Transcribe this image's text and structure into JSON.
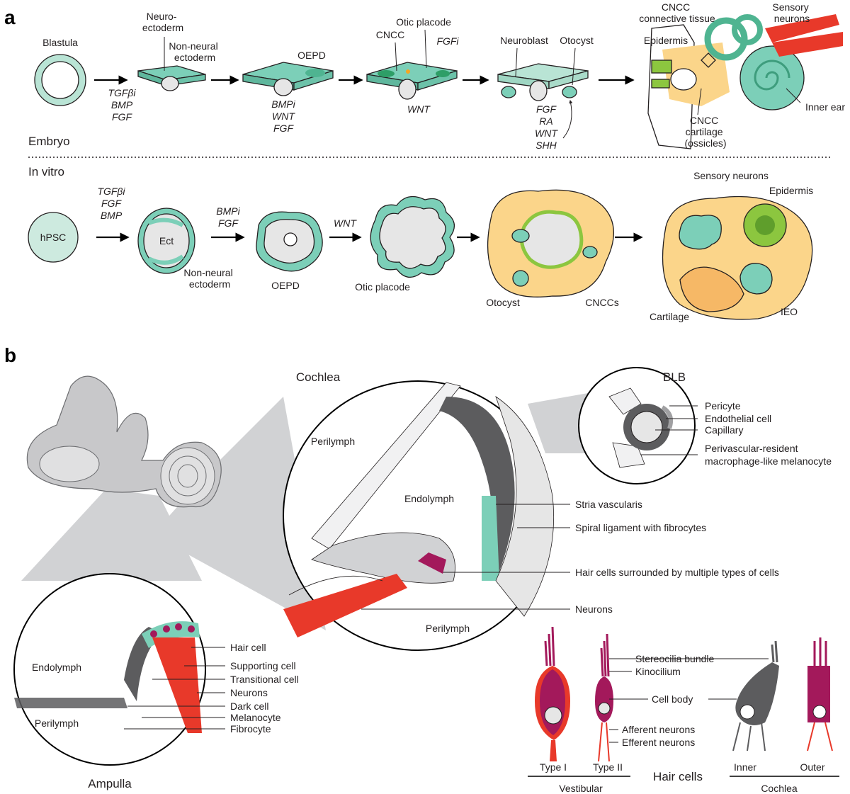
{
  "panels": {
    "a": "a",
    "b": "b"
  },
  "embryo": {
    "section_label": "Embryo",
    "blastula": "Blastula",
    "neuroectoderm": "Neuro-\nectoderm",
    "non_neural_ectoderm": "Non-neural\nectoderm",
    "factors_1": [
      "TGFβi",
      "BMP",
      "FGF"
    ],
    "oepd": "OEPD",
    "factors_2": [
      "BMPi",
      "WNT",
      "FGF"
    ],
    "otic_placode": "Otic placode",
    "cncc": "CNCC",
    "fgfi": "FGFi",
    "wnt": "WNT",
    "neuroblast": "Neuroblast",
    "otocyst": "Otocyst",
    "factors_4": [
      "FGF",
      "RA",
      "WNT",
      "SHH"
    ],
    "epidermis": "Epidermis",
    "cncc_connective": "CNCC\nconnective tissue",
    "sensory_neurons": "Sensory\nneurons",
    "inner_ear": "Inner ear",
    "cncc_cartilage": "CNCC\ncartilage\n(ossicles)"
  },
  "invitro": {
    "section_label": "In vitro",
    "hpsc": "hPSC",
    "factors_1": [
      "TGFβi",
      "FGF",
      "BMP"
    ],
    "ect": "Ect",
    "non_neural_ectoderm": "Non-neural\nectoderm",
    "factors_2": [
      "BMPi",
      "FGF"
    ],
    "oepd": "OEPD",
    "factors_3": [
      "WNT"
    ],
    "otic_placode": "Otic placode",
    "otocyst": "Otocyst",
    "cnccs": "CNCCs",
    "sensory_neurons": "Sensory neurons",
    "epidermis": "Epidermis",
    "cartilage": "Cartilage",
    "ieo": "IEO"
  },
  "cochlea": {
    "title": "Cochlea",
    "perilymph_top": "Perilymph",
    "endolymph": "Endolymph",
    "perilymph_bottom": "Perilymph",
    "labels": [
      "Stria vascularis",
      "Spiral ligament with fibrocytes",
      "Hair cells surrounded by multiple types of cells",
      "Neurons"
    ]
  },
  "blb": {
    "title": "BLB",
    "labels": [
      "Pericyte",
      "Endothelial cell",
      "Capillary",
      "Perivascular-resident\nmacrophage-like melanocyte"
    ]
  },
  "ampulla": {
    "title": "Ampulla",
    "endolymph": "Endolymph",
    "perilymph": "Perilymph",
    "labels": [
      "Hair cell",
      "Supporting cell",
      "Transitional cell",
      "Neurons",
      "Dark cell",
      "Melanocyte",
      "Fibrocyte"
    ]
  },
  "haircells": {
    "labels": [
      "Stereocilia bundle",
      "Kinocilium",
      "Cell body",
      "Afferent neurons",
      "Efferent neurons"
    ],
    "type1": "Type I",
    "type2": "Type II",
    "vestibular": "Vestibular",
    "hair_cells": "Hair cells",
    "inner": "Inner",
    "outer": "Outer",
    "cochlea": "Cochlea"
  },
  "colors": {
    "teal": "#7ccfb8",
    "teal_light": "#b9e4d5",
    "magenta": "#a3195b",
    "red": "#e8392a",
    "orange": "#fbd58a",
    "gray": "#5c5c5e",
    "green": "#8cc63f"
  }
}
